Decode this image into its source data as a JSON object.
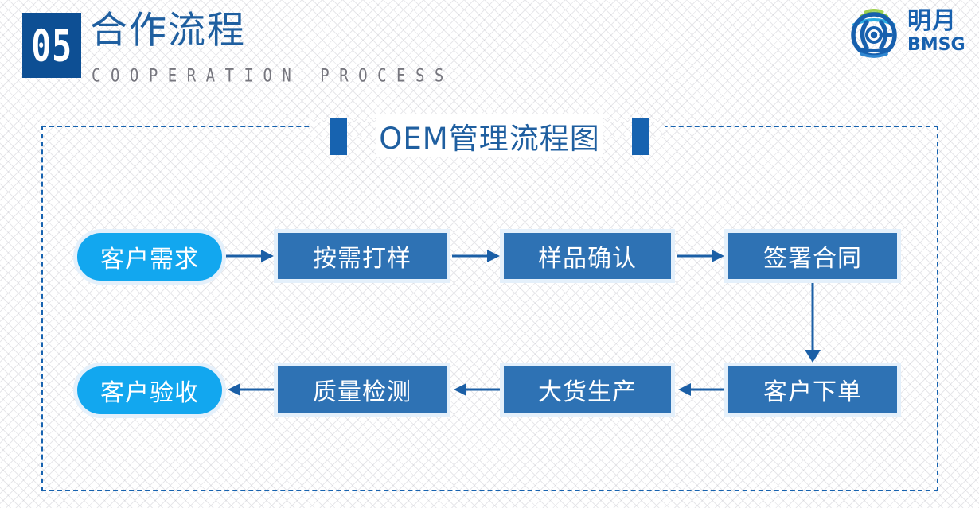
{
  "header": {
    "section_number": "05",
    "title_cn": "合作流程",
    "title_en": "COOPERATION PROCESS"
  },
  "logo": {
    "name_cn": "明月",
    "name_en": "BMSG",
    "mark_icon": "globe-rings-logo-icon",
    "colors": {
      "blue": "#1760ae",
      "green": "#7ec143",
      "cyan": "#29abe2"
    }
  },
  "chart_title": {
    "text": "OEM管理流程图",
    "left_tick_icon": "title-tick-bar-icon",
    "right_tick_icon": "title-tick-bar-icon"
  },
  "colors": {
    "accent_dark_blue": "#1f5fa0",
    "node_blue": "#2e72b4",
    "node_cyan": "#12a7ef",
    "node_border": "#e4f0fb",
    "badge_blue": "#0d4f94",
    "dashed_frame": "#1763b0",
    "arrow": "#1b5fa6",
    "subtitle_gray": "#76767e"
  },
  "flow": {
    "type": "flowchart",
    "nodes": [
      {
        "id": "n1",
        "label": "客户需求",
        "shape": "pill",
        "row": 1,
        "order": 1
      },
      {
        "id": "n2",
        "label": "按需打样",
        "shape": "rectangle",
        "row": 1,
        "order": 2
      },
      {
        "id": "n3",
        "label": "样品确认",
        "shape": "rectangle",
        "row": 1,
        "order": 3
      },
      {
        "id": "n4",
        "label": "签署合同",
        "shape": "rectangle",
        "row": 1,
        "order": 4
      },
      {
        "id": "n5",
        "label": "客户下单",
        "shape": "rectangle",
        "row": 2,
        "order": 5
      },
      {
        "id": "n6",
        "label": "大货生产",
        "shape": "rectangle",
        "row": 2,
        "order": 6
      },
      {
        "id": "n7",
        "label": "质量检测",
        "shape": "rectangle",
        "row": 2,
        "order": 7
      },
      {
        "id": "n8",
        "label": "客户验收",
        "shape": "pill",
        "row": 2,
        "order": 8
      }
    ],
    "edges": [
      {
        "from": "n1",
        "to": "n2",
        "direction": "right"
      },
      {
        "from": "n2",
        "to": "n3",
        "direction": "right"
      },
      {
        "from": "n3",
        "to": "n4",
        "direction": "right"
      },
      {
        "from": "n4",
        "to": "n5",
        "direction": "down"
      },
      {
        "from": "n5",
        "to": "n6",
        "direction": "left"
      },
      {
        "from": "n6",
        "to": "n7",
        "direction": "left"
      },
      {
        "from": "n7",
        "to": "n8",
        "direction": "left"
      }
    ]
  }
}
